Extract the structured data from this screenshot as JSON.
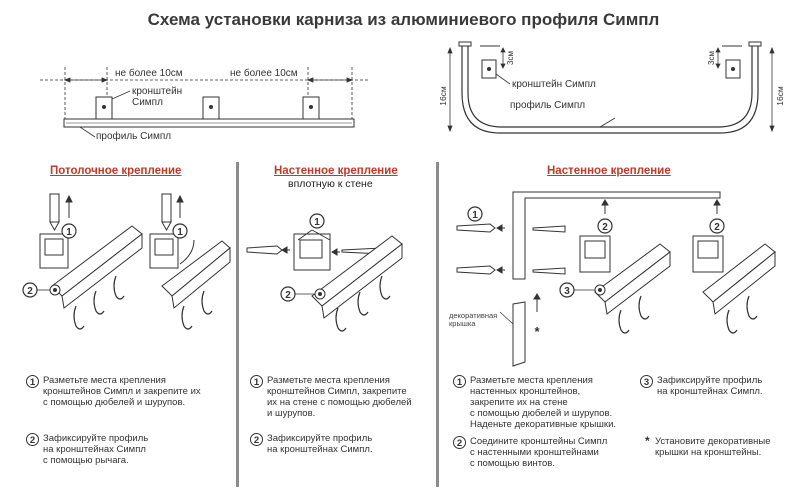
{
  "title": "Схема установки карниза из алюминиевого профиля Симпл",
  "top_left": {
    "dim_left": "не более 10см",
    "dim_right": "не более 10см",
    "label_bracket_line1": "кронштейн",
    "label_bracket_line2": "Симпл",
    "label_profile": "профиль Симпл"
  },
  "top_right": {
    "label_bracket": "кронштейн Симпл",
    "label_profile": "профиль Симпл",
    "dim_3cm_left": "3см",
    "dim_3cm_right": "3см",
    "dim_16cm_left": "16см",
    "dim_16cm_right": "16см"
  },
  "sections": {
    "ceiling": {
      "title": "Потолочное крепление",
      "steps": [
        {
          "num": "1",
          "line1": "Разметьте места крепления",
          "line2": "кронштейнов Симпл и закрепите их",
          "line3": "с помощью дюбелей и шурупов."
        },
        {
          "num": "2",
          "line1": "Зафиксируйте профиль",
          "line2": "на кронштейнах Симпл",
          "line3": "с помощью рычага."
        }
      ]
    },
    "wall_flush": {
      "title": "Настенное крепление",
      "subtitle": "вплотную к стене",
      "steps": [
        {
          "num": "1",
          "line1": "Разметьте места крепления",
          "line2": "кронштейнов Симпл, закрепите",
          "line3": "их на стене с помощью дюбелей",
          "line4": "и шурупов."
        },
        {
          "num": "2",
          "line1": "Зафиксируйте профиль",
          "line2": "на кронштейнах Симпл."
        }
      ]
    },
    "wall": {
      "title": "Настенное крепление",
      "cap_label_line1": "декоративная",
      "cap_label_line2": "крышка",
      "steps": [
        {
          "num": "1",
          "line1": "Разметьте места крепления",
          "line2": "настенных кронштейнов,",
          "line3": "закрепите их на стене",
          "line4": "с помощью дюбелей и шурупов.",
          "line5": "Наденьте декоративные крышки."
        },
        {
          "num": "2",
          "line1": "Соедините кронштейны Симпл",
          "line2": "с настенными кронштейнами",
          "line3": "с помощью винтов."
        },
        {
          "num": "3",
          "line1": "Зафиксируйте профиль",
          "line2": "на кронштейнах Симпл."
        },
        {
          "num": "*",
          "line1": "Установите декоративные",
          "line2": "крышки на кронштейны."
        }
      ]
    }
  },
  "callouts": {
    "one": "1",
    "two": "2",
    "three": "3",
    "star": "*"
  },
  "colors": {
    "accent": "#c0392b",
    "line": "#333333",
    "divider": "#8c8c8c"
  }
}
